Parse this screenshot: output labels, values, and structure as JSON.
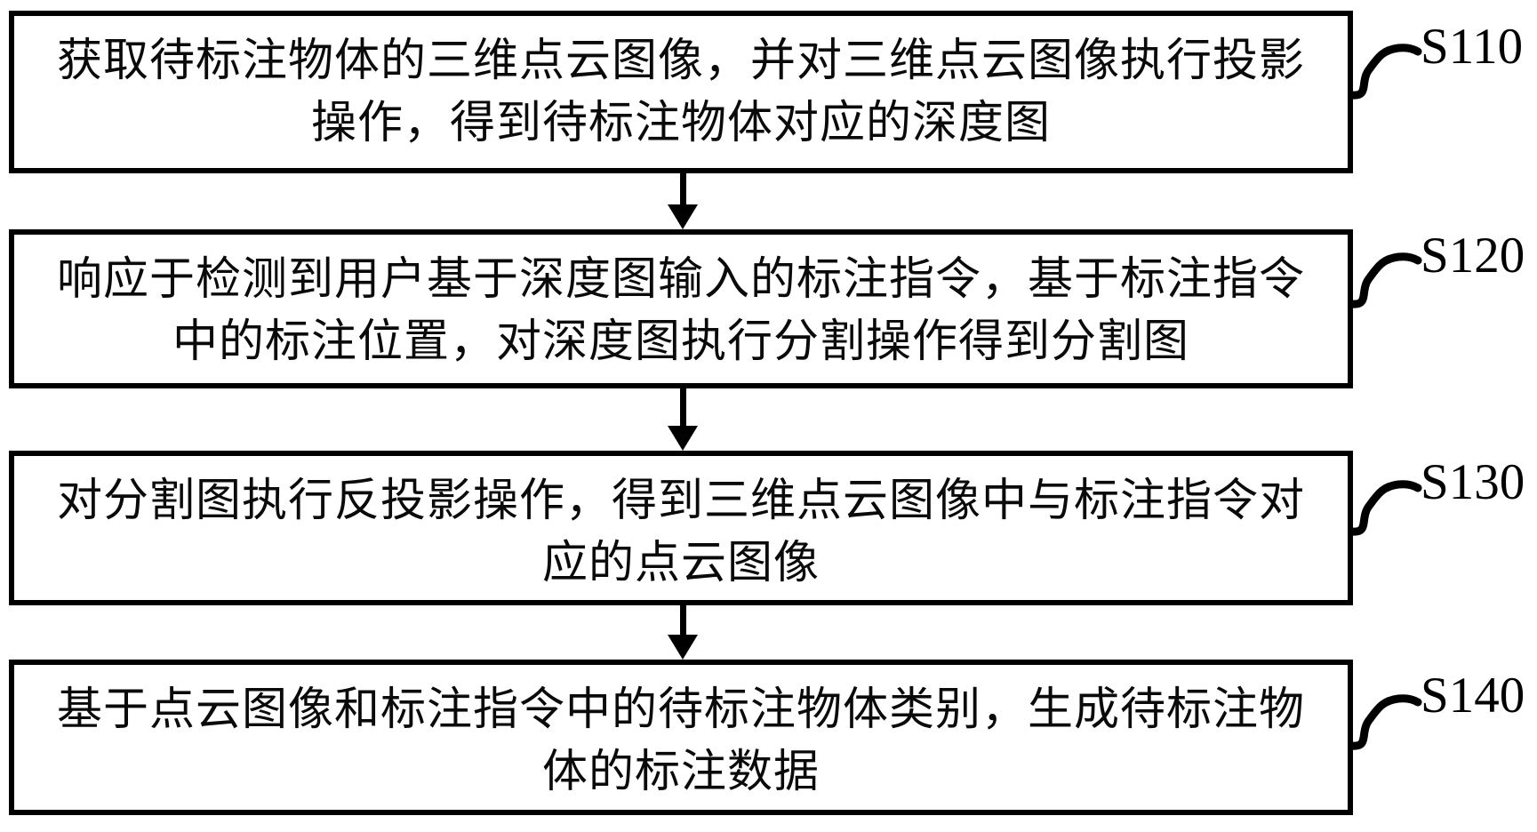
{
  "diagram": {
    "type": "flowchart",
    "orientation": "vertical",
    "background_color": "#ffffff",
    "line_color": "#000000",
    "text_color": "#0a0a0a",
    "steps": [
      {
        "label": "S110",
        "text": "获取待标注物体的三维点云图像，并对三维点云图像执行投影操作，得到待标注物体对应的深度图"
      },
      {
        "label": "S120",
        "text": "响应于检测到用户基于深度图输入的标注指令，基于标注指令中的标注位置，对深度图执行分割操作得到分割图"
      },
      {
        "label": "S130",
        "text": "对分割图执行反投影操作，得到三维点云图像中与标注指令对应的点云图像"
      },
      {
        "label": "S140",
        "text": "基于点云图像和标注指令中的待标注物体类别，生成待标注物体的标注数据"
      }
    ]
  }
}
